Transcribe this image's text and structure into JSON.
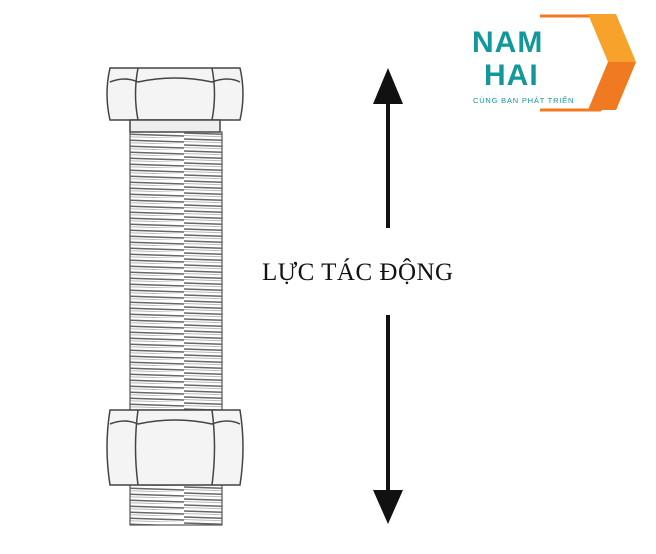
{
  "diagram": {
    "force_label": "LỰC TÁC ĐỘNG"
  },
  "logo": {
    "line1": "NAM",
    "line2": "HAI",
    "tagline": "CÙNG BẠN PHÁT TRIỂN",
    "colors": {
      "teal": "#12979a",
      "orange": "#f07a22",
      "orange_light": "#f7a32b"
    }
  }
}
